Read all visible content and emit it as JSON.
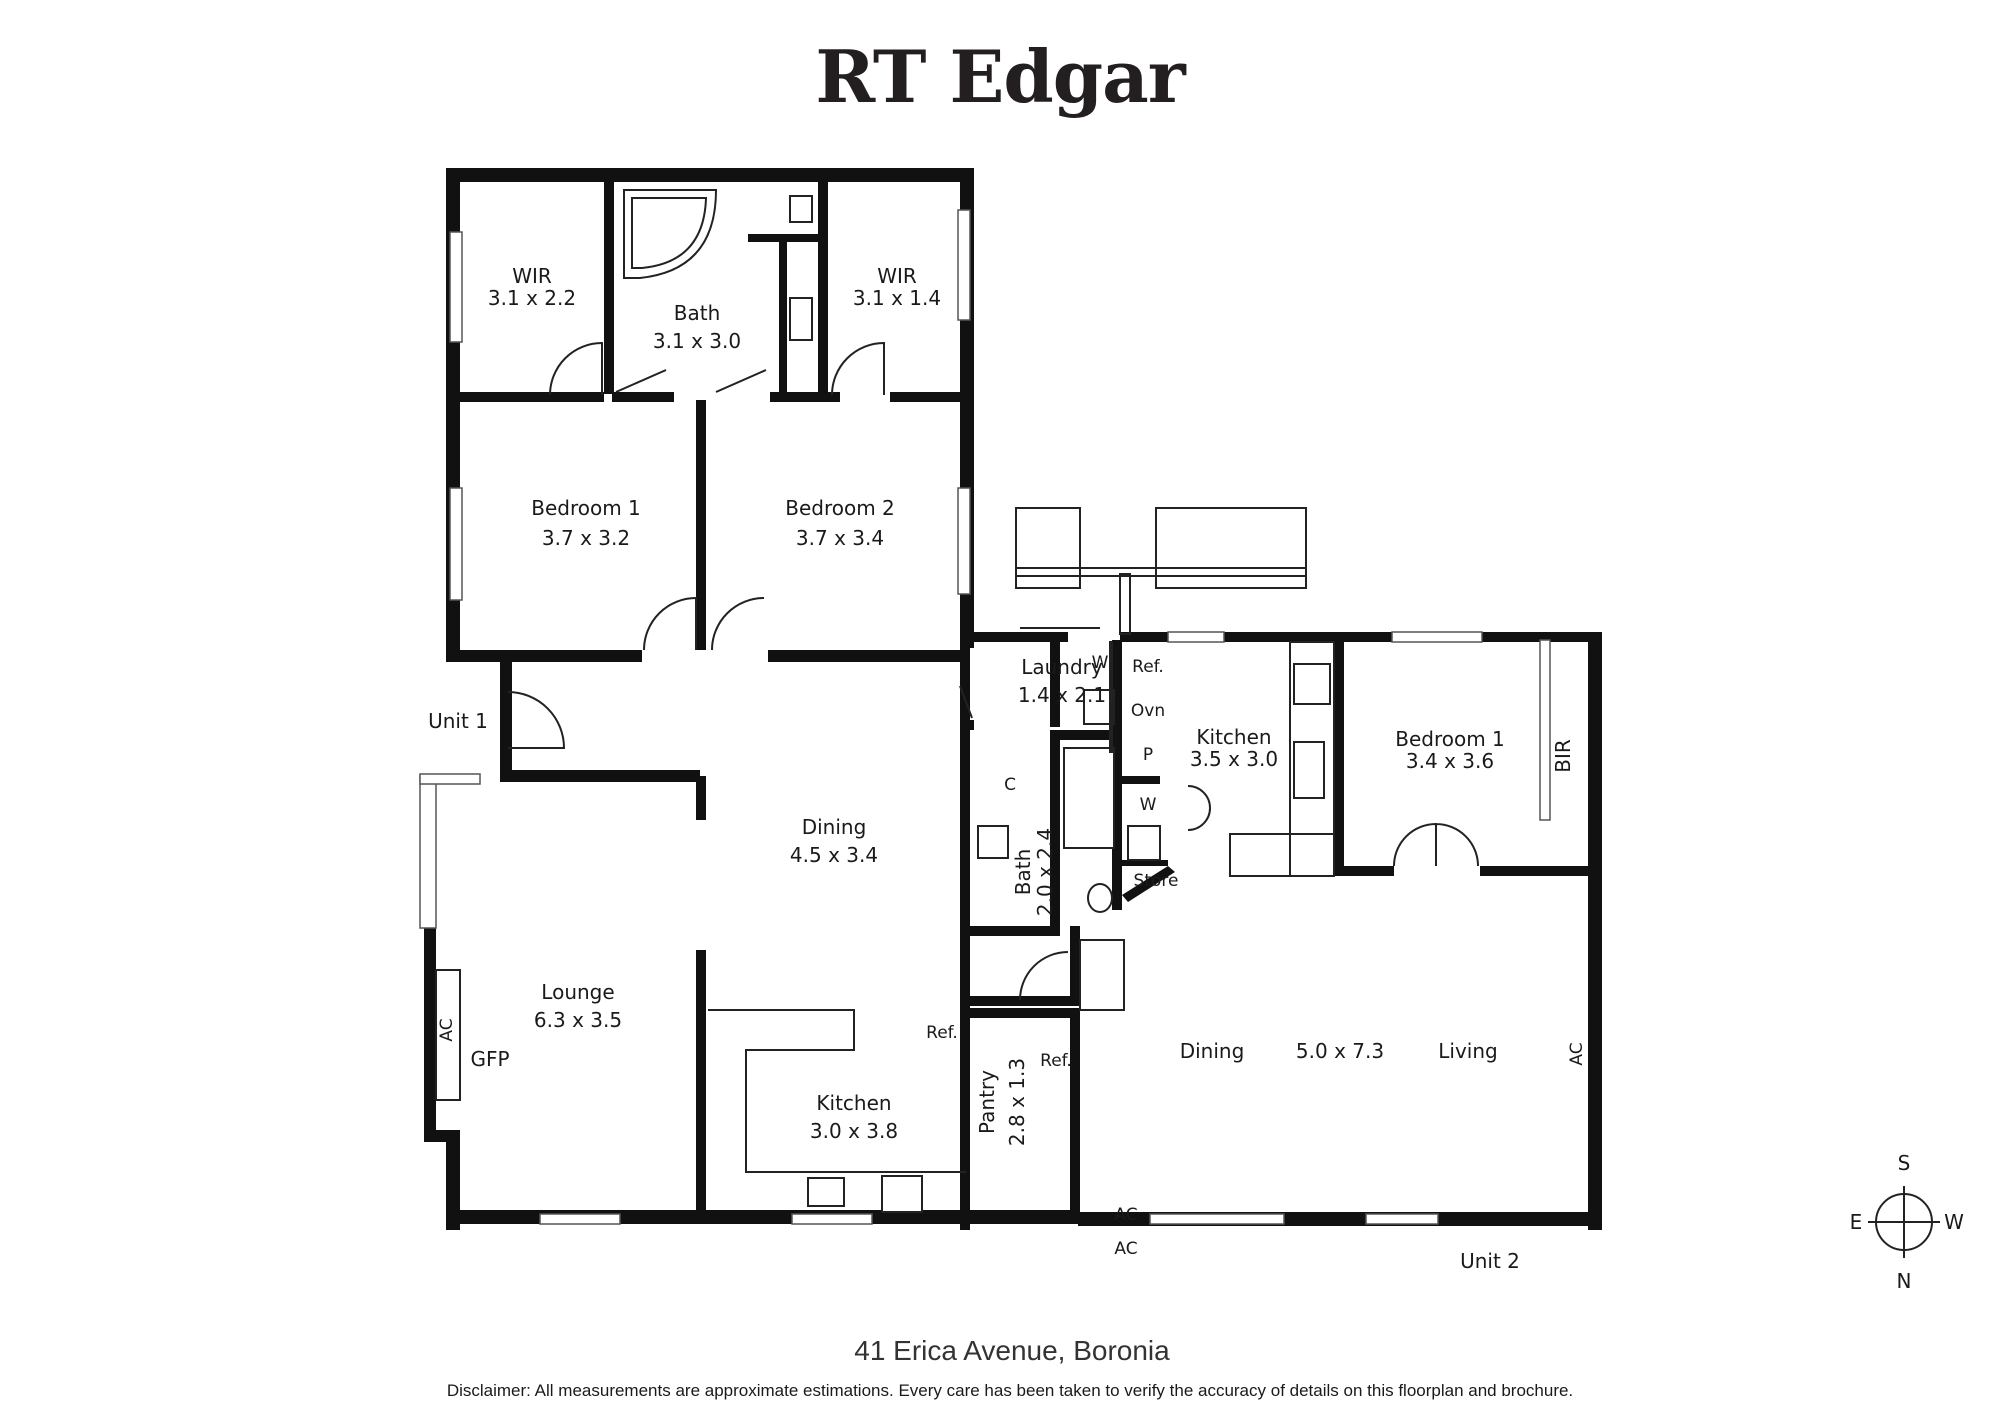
{
  "brand": "RT Edgar",
  "address": "41 Erica Avenue, Boronia",
  "disclaimer": "Disclaimer: All measurements are approximate estimations. Every care has been taken to verify the accuracy of details on this floorplan and brochure.",
  "unit1": {
    "label": "Unit 1",
    "wir_left": {
      "name": "WIR",
      "size": "3.1 x 2.2"
    },
    "bath": {
      "name": "Bath",
      "size": "3.1 x 3.0"
    },
    "wir_right": {
      "name": "WIR",
      "size": "3.1 x 1.4"
    },
    "bedroom1": {
      "name": "Bedroom 1",
      "size": "3.7 x 3.2"
    },
    "bedroom2": {
      "name": "Bedroom 2",
      "size": "3.7 x 3.4"
    },
    "dining": {
      "name": "Dining",
      "size": "4.5 x 3.4"
    },
    "lounge": {
      "name": "Lounge",
      "size": "6.3 x 3.5"
    },
    "kitchen": {
      "name": "Kitchen",
      "size": "3.0 x 3.8"
    },
    "laundry": {
      "name": "Laundry",
      "size": "1.4 x 2.1"
    },
    "bath2": {
      "name": "Bath",
      "size": "2.0 x 2.4"
    },
    "pantry": {
      "name": "Pantry",
      "size": "2.8 x 1.3"
    },
    "ac": "AC",
    "gfp": "GFP",
    "ref_kitchen": "Ref.",
    "ref_pantry": "Ref.",
    "w_laundry": "W",
    "c_cupboard": "C"
  },
  "unit2": {
    "label": "Unit 2",
    "kitchen": {
      "name": "Kitchen",
      "size": "3.5 x 3.0"
    },
    "bedroom1": {
      "name": "Bedroom 1",
      "size": "3.4 x 3.6"
    },
    "bir": "BIR",
    "ref": "Ref.",
    "ovn": "Ovn",
    "p": "P",
    "w": "W",
    "store": "Store",
    "dining": "Dining",
    "living_size": "5.0 x 7.3",
    "living": "Living",
    "ac_right": "AC",
    "ac_bottom1": "AC",
    "ac_bottom2": "AC"
  },
  "compass": {
    "n": "N",
    "s": "S",
    "e": "E",
    "w": "W"
  }
}
